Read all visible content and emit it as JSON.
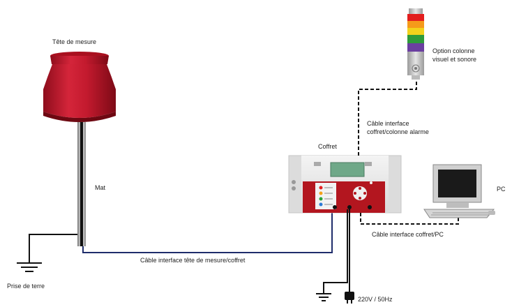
{
  "labels": {
    "tete_de_mesure": "Tête de mesure",
    "mat": "Mat",
    "prise_de_terre": "Prise de terre",
    "cable_tete_coffret": "Câble interface tête de mesure/coffret",
    "coffret": "Coffret",
    "cable_coffret_colonne_line1": "Câble interface",
    "cable_coffret_colonne_line2": "coffret/colonne alarme",
    "option_colonne_line1": "Option colonne",
    "option_colonne_line2": "visuel et sonore",
    "pc": "PC",
    "cable_coffret_pc": "Câble interface coffret/PC",
    "alimentation": "220V / 50Hz"
  },
  "colors": {
    "head_red": "#c4152b",
    "box_red": "#b3161f",
    "cable_blue": "#1f2d6b",
    "stack_colors": [
      "#e31d1d",
      "#f59a1a",
      "#f2d21c",
      "#2e9b3a",
      "#6b3fa0"
    ],
    "led_colors": [
      "#e32222",
      "#f5a21a",
      "#28a33a",
      "#2b7bd6"
    ]
  }
}
